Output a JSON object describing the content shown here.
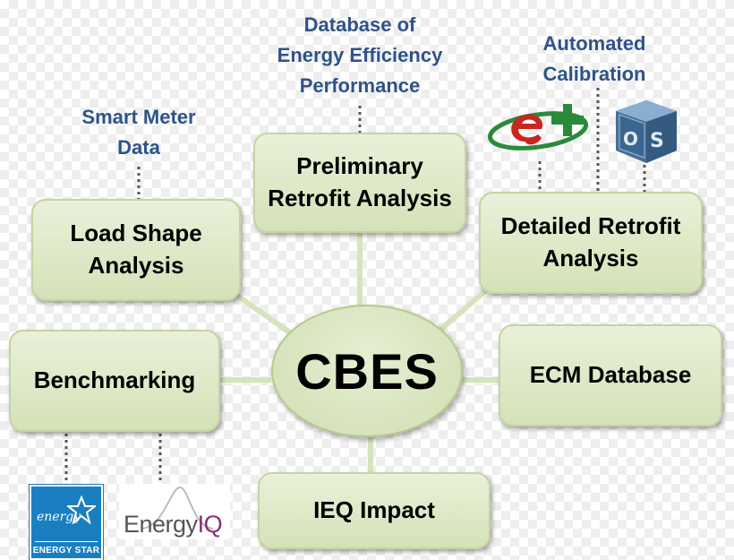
{
  "hub": {
    "label": "CBES"
  },
  "modules": {
    "preliminary": {
      "line1": "Preliminary",
      "line2": "Retrofit Analysis"
    },
    "load_shape": {
      "line1": "Load Shape",
      "line2": "Analysis"
    },
    "detailed": {
      "line1": "Detailed Retrofit",
      "line2": "Analysis"
    },
    "benchmarking": {
      "label": "Benchmarking"
    },
    "ecm": {
      "label": "ECM Database"
    },
    "ieq": {
      "label": "IEQ Impact"
    }
  },
  "annotations": {
    "smart_meter": {
      "line1": "Smart Meter",
      "line2": "Data"
    },
    "eff_database": {
      "line1": "Database of",
      "line2": "Energy Efficiency",
      "line3": "Performance"
    },
    "auto_calibration": {
      "line1": "Automated",
      "line2": "Calibration"
    }
  },
  "logos": {
    "energyplus": {
      "icon": "energyplus-logo"
    },
    "openstudio": {
      "icon": "openstudio-logo",
      "letters": "OS"
    },
    "energy_star": {
      "icon": "energy-star-logo",
      "script": "energy",
      "label": "ENERGY STAR"
    },
    "energyiq": {
      "icon": "energyiq-logo",
      "part1": "Energy",
      "part2": "IQ"
    }
  },
  "colors": {
    "box_fill": "#dde8c8",
    "box_border": "#c4d5a2",
    "annotation_text": "#2e5389",
    "connector": "#d6e3bd",
    "dotted_line": "#555555"
  }
}
